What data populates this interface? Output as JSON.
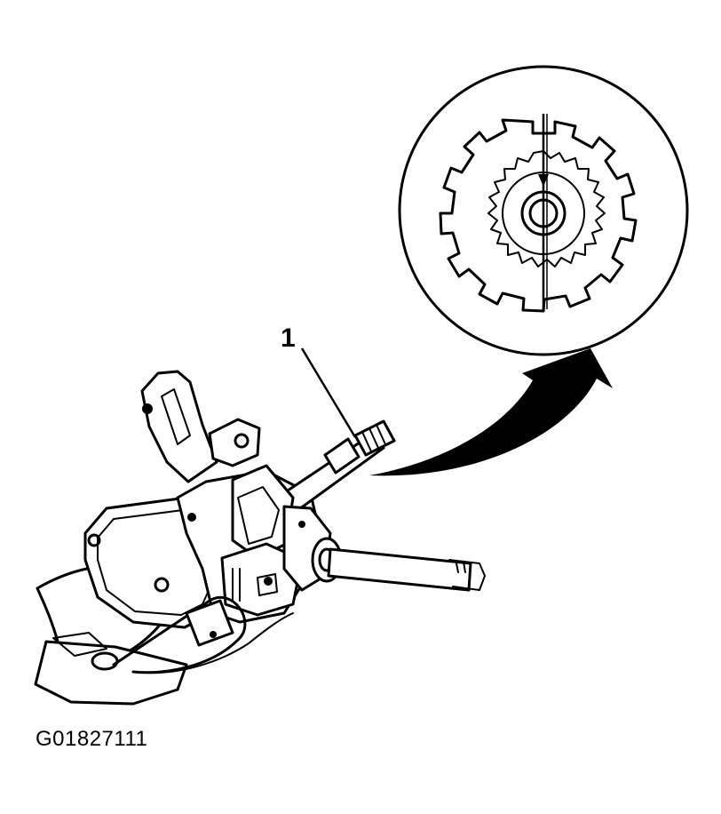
{
  "figure": {
    "callout_1": "1",
    "figure_id": "G01827111"
  },
  "parts": {
    "callout_1_part": "steering-shaft-splines"
  },
  "detail": {
    "icon": "gear-alignment-mark-icon"
  },
  "colors": {
    "ink": "#000000",
    "background": "#ffffff"
  }
}
